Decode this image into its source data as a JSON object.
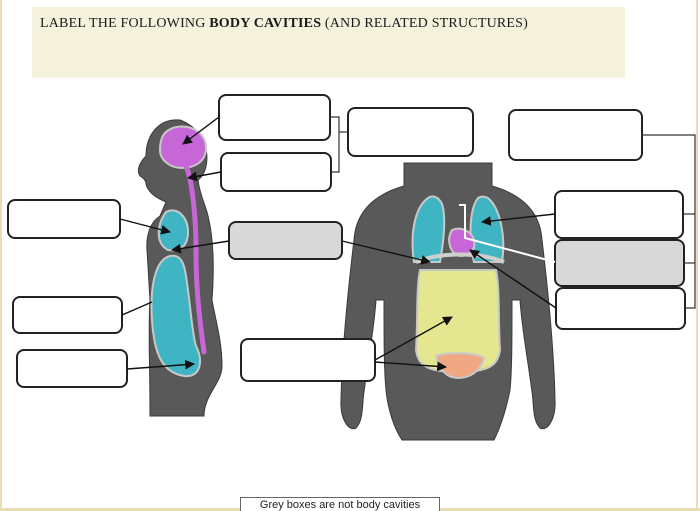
{
  "header": {
    "title_part1": "LABEL THE FOLLOWING ",
    "title_bold": "BODY CAVITIES",
    "title_part2": " (AND RELATED STRUCTURES)"
  },
  "note": "Grey boxes are not body cavities",
  "colors": {
    "body": "#595959",
    "cranial_cavity": "#c766d6",
    "spinal_cavity": "#c766d6",
    "thoracic_cavity": "#3fb5c3",
    "abdominal_cavity": "#e5e690",
    "pelvic_cavity": "#f0a784",
    "label_box_grey": "#d8d8d8",
    "title_panel": "#f4f1dc"
  }
}
